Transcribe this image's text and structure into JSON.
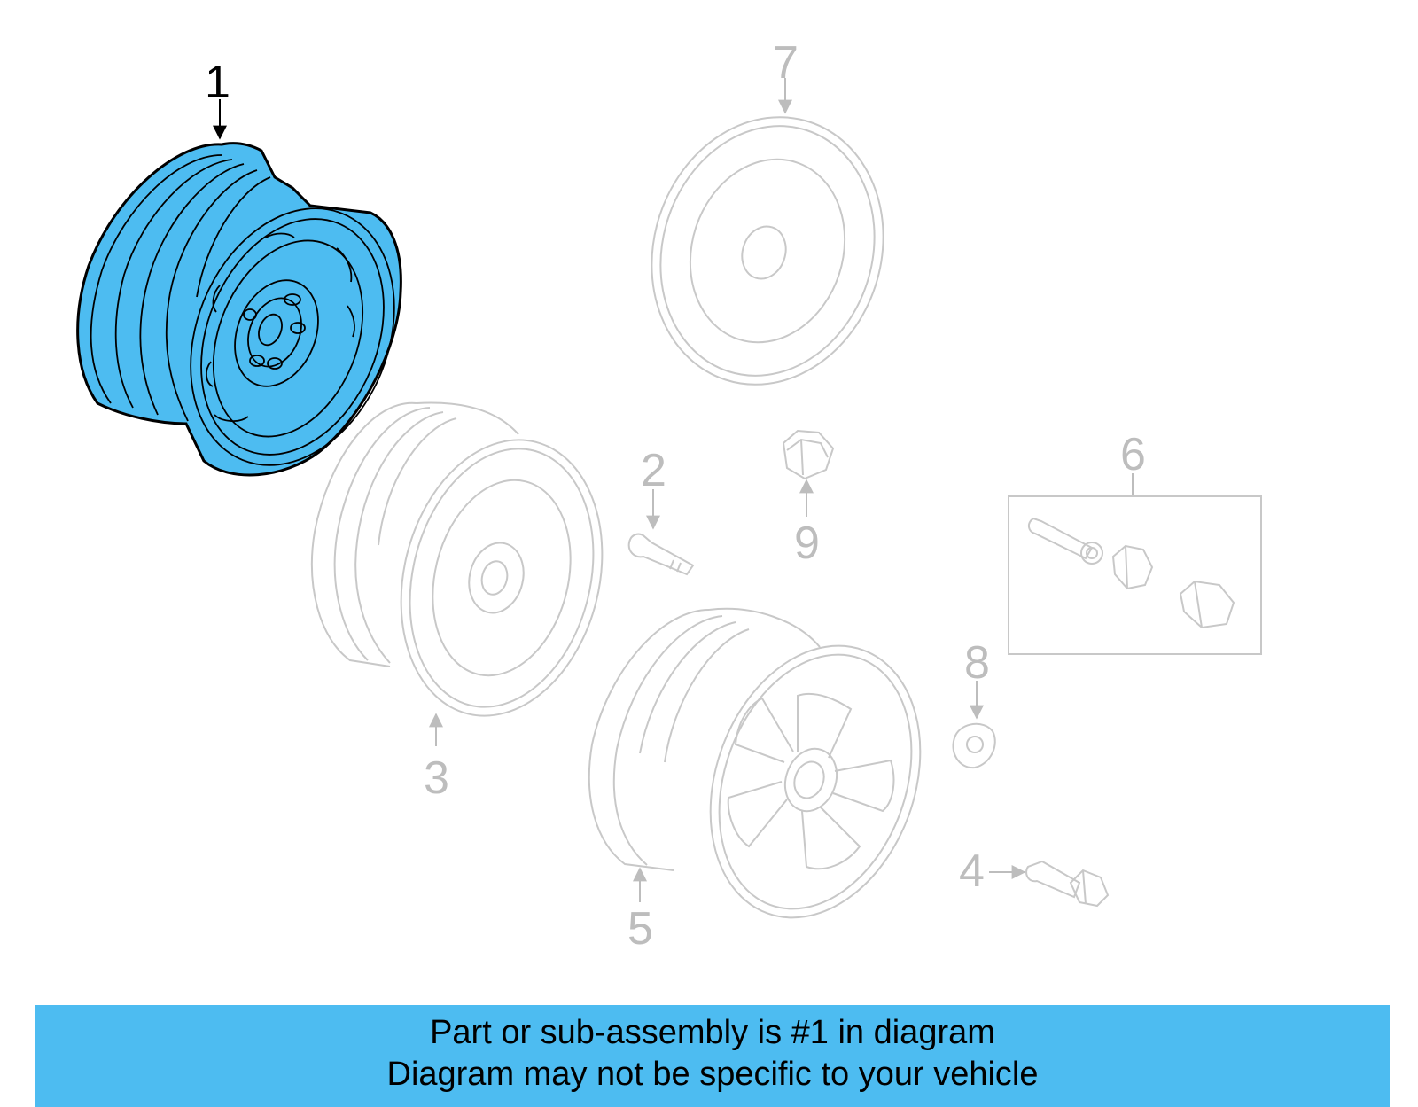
{
  "colors": {
    "highlight_fill": "#4dbcf1",
    "highlight_stroke": "#000000",
    "ghost_stroke": "#c8c8c8",
    "ghost_text": "#bdbdbd",
    "banner_bg": "#4dbcf1",
    "banner_text": "#000000"
  },
  "callouts": {
    "c1": "1",
    "c2": "2",
    "c3": "3",
    "c4": "4",
    "c5": "5",
    "c6": "6",
    "c7": "7",
    "c8": "8",
    "c9": "9"
  },
  "highlighted_part": "1",
  "banner": {
    "line1": "Part or sub-assembly is #1 in diagram",
    "line2": "Diagram may not be specific to your vehicle"
  }
}
